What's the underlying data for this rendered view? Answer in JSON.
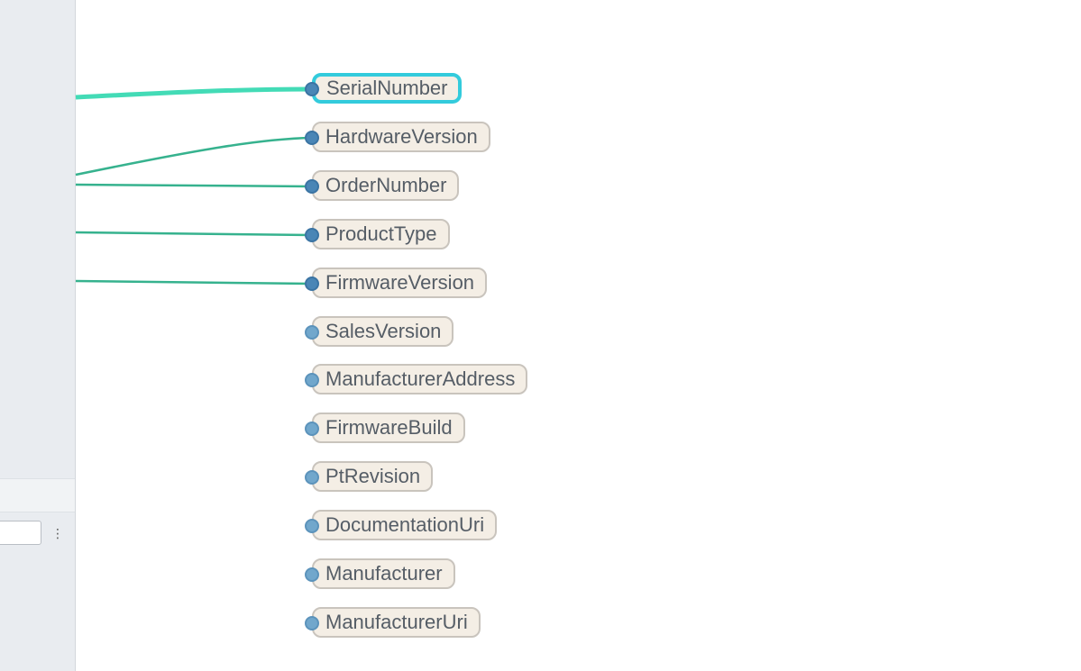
{
  "nodes": [
    {
      "label": "SerialNumber",
      "connected": true,
      "selected": true
    },
    {
      "label": "HardwareVersion",
      "connected": true,
      "selected": false
    },
    {
      "label": "OrderNumber",
      "connected": true,
      "selected": false
    },
    {
      "label": "ProductType",
      "connected": true,
      "selected": false
    },
    {
      "label": "FirmwareVersion",
      "connected": true,
      "selected": false
    },
    {
      "label": "SalesVersion",
      "connected": false,
      "selected": false
    },
    {
      "label": "ManufacturerAddress",
      "connected": false,
      "selected": false
    },
    {
      "label": "FirmwareBuild",
      "connected": false,
      "selected": false
    },
    {
      "label": "PtRevision",
      "connected": false,
      "selected": false
    },
    {
      "label": "DocumentationUri",
      "connected": false,
      "selected": false
    },
    {
      "label": "Manufacturer",
      "connected": false,
      "selected": false
    },
    {
      "label": "ManufacturerUri",
      "connected": false,
      "selected": false
    }
  ],
  "left_panel": {
    "menu_icon": "kebab-menu-icon",
    "kebab_glyph": "⋮"
  },
  "colors": {
    "wire": "#36b28e",
    "wire_selected": "#43dbb6",
    "selected_border": "#33cbdc",
    "node_fill": "#f4eee5"
  }
}
